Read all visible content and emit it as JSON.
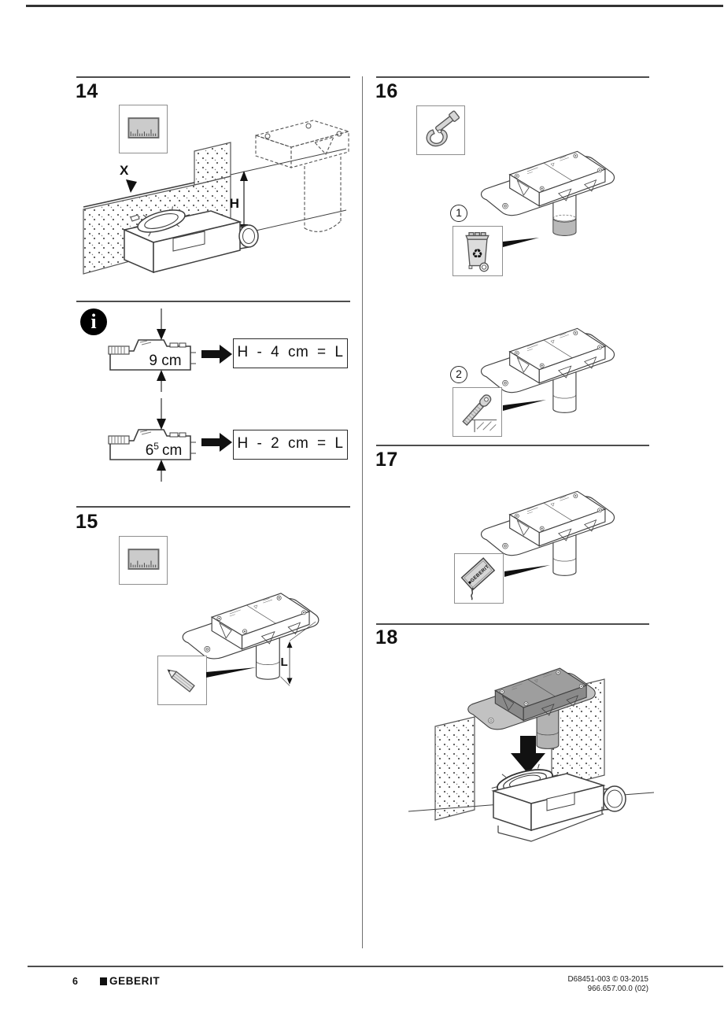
{
  "steps": {
    "s14": {
      "number": "14",
      "dim_labels": {
        "x": "X",
        "h": "H"
      }
    },
    "info_note": {
      "rows": [
        {
          "height": "9 cm",
          "formula": "H - 4 cm = L"
        },
        {
          "height_base": "6",
          "height_sup": "5",
          "height_unit": "cm",
          "formula": "H - 2 cm = L"
        }
      ]
    },
    "s15": {
      "number": "15",
      "dim_labels": {
        "l": "L"
      }
    },
    "s16": {
      "number": "16",
      "callouts": [
        "1",
        "2"
      ]
    },
    "s17": {
      "number": "17",
      "sachet_label": "■GEBERIT"
    },
    "s18": {
      "number": "18"
    }
  },
  "icons": {
    "info_glyph": "i",
    "recycle_glyph": "♻"
  },
  "footer": {
    "page_number": "6",
    "brand": "GEBERIT",
    "doc_ref_line1": "D68451-003 © 03-2015",
    "doc_ref_line2": "966.657.00.0 (02)"
  }
}
